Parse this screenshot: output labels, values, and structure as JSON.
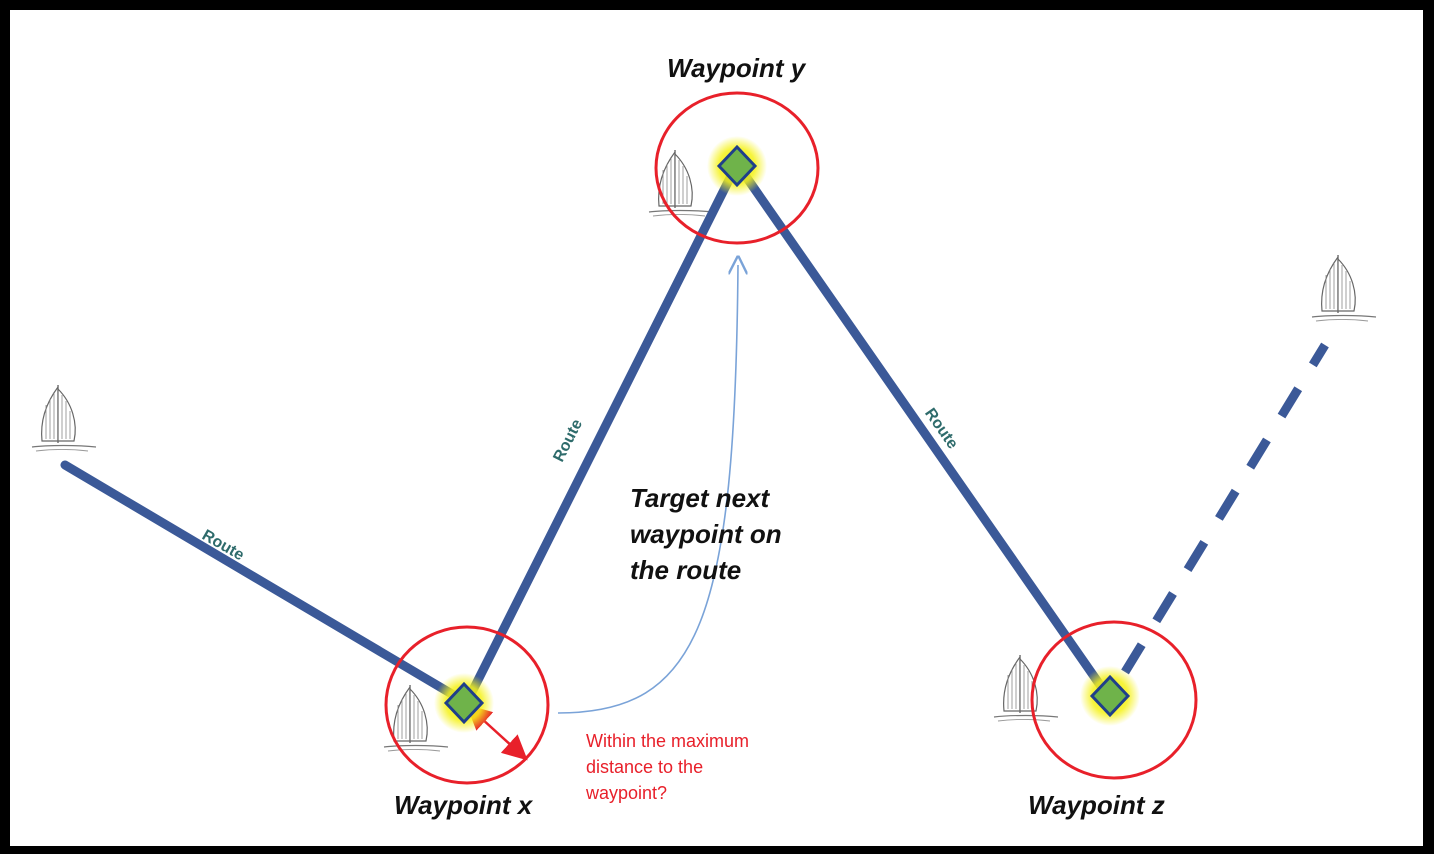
{
  "waypoints": {
    "x": {
      "label": "Waypoint x"
    },
    "y": {
      "label": "Waypoint y"
    },
    "z": {
      "label": "Waypoint z"
    }
  },
  "route_label": "Route",
  "target_text": [
    "Target next",
    "waypoint on",
    "the route"
  ],
  "max_distance_text": [
    "Within the maximum",
    "distance to the",
    "waypoint?"
  ],
  "colors": {
    "route": "#3b5998",
    "circle": "#e8202a",
    "marker_fill": "#6fb34a",
    "marker_glow": "#f5f21a",
    "arrow_blue": "#7aa3d8",
    "arrow_red": "#e8202a",
    "text_red": "#e8202a",
    "route_text": "#2e6b6b"
  },
  "icons": [
    "sailboat-icon",
    "waypoint-diamond-icon"
  ]
}
